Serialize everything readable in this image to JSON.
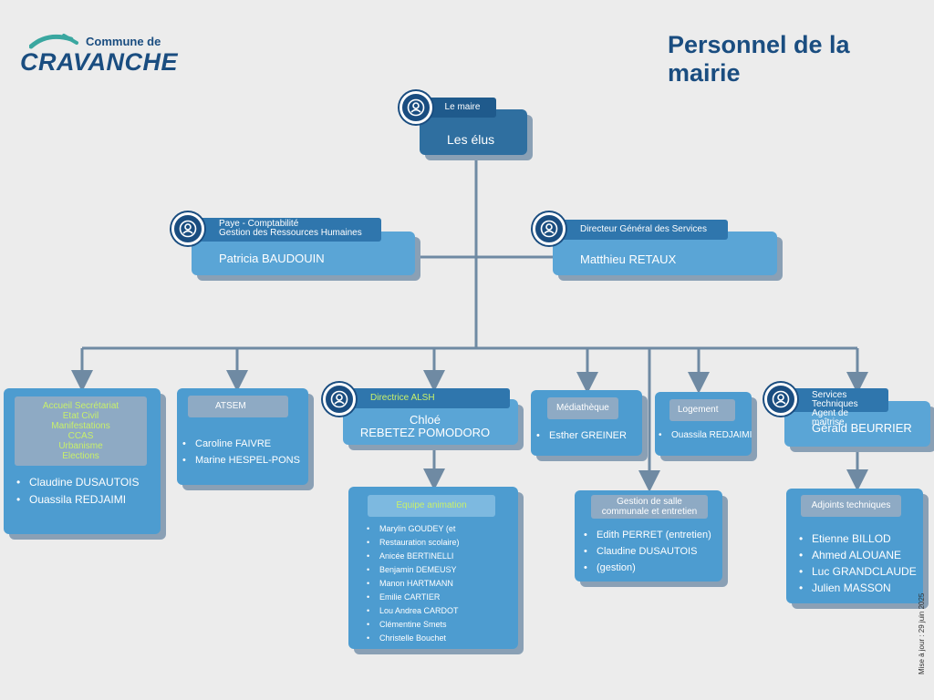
{
  "logo": {
    "commune": "Commune de",
    "city": "CRAVANCHE"
  },
  "title": "Personnel de la mairie",
  "maire": {
    "tag": "Le maire",
    "name": "Les élus"
  },
  "rh": {
    "tag_line1": "Paye - Comptabilité",
    "tag_line2": "Gestion des Ressources Humaines",
    "name": "Patricia BAUDOUIN"
  },
  "dgs": {
    "tag": "Directeur Général des Services",
    "name": "Matthieu RETAUX"
  },
  "accueil": {
    "roles": [
      "Accueil Secrétariat",
      "Etat Civil",
      "Manifestations",
      "CCAS",
      "Urbanisme",
      "Elections"
    ],
    "members": [
      "Claudine DUSAUTOIS",
      "Ouassila REDJAIMI"
    ]
  },
  "atsem": {
    "tag": "ATSEM",
    "members": [
      "Caroline FAIVRE",
      "Marine HESPEL-PONS"
    ]
  },
  "alsh": {
    "tag": "Directrice ALSH",
    "name_line1": "Chloé",
    "name_line2": "REBETEZ POMODORO"
  },
  "animation": {
    "tag": "Equipe animation",
    "members": [
      "Marylin GOUDEY (et",
      "Restauration scolaire)",
      "Anicée BERTINELLI",
      "Benjamin DEMEUSY",
      "Manon HARTMANN",
      "Emilie CARTIER",
      "Lou Andrea CARDOT",
      "Clémentine Smets",
      "Christelle Bouchet"
    ]
  },
  "mediatheque": {
    "tag": "Médiathèque",
    "members": [
      "Esther GREINER"
    ]
  },
  "logement": {
    "tag": "Logement",
    "members": [
      "Ouassila REDJAIMI"
    ]
  },
  "salle": {
    "tag_line1": "Gestion de salle",
    "tag_line2": "communale et entretien",
    "members": [
      "Edith PERRET (entretien)",
      "Claudine DUSAUTOIS",
      "(gestion)"
    ]
  },
  "technique": {
    "tag_line1": "Services Techniques",
    "tag_line2": "Agent de maîtrise",
    "name": "Gérald BEURRIER"
  },
  "adjoints": {
    "tag": "Adjoints techniques",
    "members": [
      "Etienne BILLOD",
      "Ahmed ALOUANE",
      "Luc GRANDCLAUDE",
      "Julien MASSON"
    ]
  },
  "update_note": "Mise à jour : 29 juin 2025",
  "colors": {
    "dark_blue": "#1a4d80",
    "box_blue": "#5aa5d6",
    "line": "#6f8aa3",
    "green_text": "#c8f06a"
  }
}
